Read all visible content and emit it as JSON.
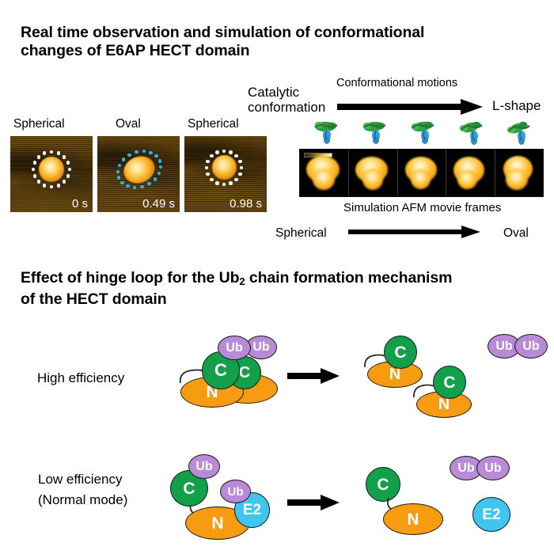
{
  "figure": {
    "panel_a": {
      "heading": "Real time observation and simulation of conformational changes of E6AP HECT domain",
      "heading_line1": "Real time observation and simulation of conformational",
      "heading_line2": "changes of E6AP HECT domain",
      "experimental_afm": {
        "frames": [
          {
            "shape": "Spherical",
            "time": "0 s",
            "ring_color": "#ffffff"
          },
          {
            "shape": "Oval",
            "time": "0.49 s",
            "ring_color": "#2bb5d8"
          },
          {
            "shape": "Spherical",
            "time": "0.98 s",
            "ring_color": "#ffffff"
          }
        ]
      },
      "simulation": {
        "start_label_line1": "Catalytic",
        "start_label_line2": "conformation",
        "arrow_label": "Conformational motions",
        "end_label": "L-shape",
        "caption": "Simulation AFM movie frames",
        "bottom_start_label": "Spherical",
        "bottom_end_label": "Oval",
        "frame_count": 5,
        "scalebar": "height color scale"
      }
    },
    "panel_b": {
      "heading": "Effect of hinge loop for the Ub2 chain formation mechanism of the HECT domain",
      "heading_line1_pre": "Effect of hinge loop for the Ub",
      "heading_line1_sub": "2",
      "heading_line1_post": " chain formation mechanism",
      "heading_line2": "of the HECT domain",
      "rows": [
        {
          "label_line1": "High efficiency",
          "label_line2": "",
          "left_complex": {
            "domains": [
              "N",
              "N",
              "C",
              "C"
            ],
            "ubiquitins": [
              "Ub",
              "Ub"
            ]
          },
          "right_products": {
            "monomers": [
              {
                "domains": [
                  "C",
                  "N"
                ]
              },
              {
                "domains": [
                  "C",
                  "N"
                ]
              }
            ],
            "chain": [
              "Ub",
              "Ub"
            ]
          }
        },
        {
          "label_line1": "Low efficiency",
          "label_line2": "(Normal mode)",
          "left_complex": {
            "domains": [
              "C",
              "N",
              "E2"
            ],
            "ubiquitins": [
              "Ub",
              "Ub"
            ]
          },
          "right_products": {
            "monomers": [
              {
                "domains": [
                  "C",
                  "N"
                ]
              }
            ],
            "chain": [
              "Ub",
              "Ub"
            ],
            "released": [
              "E2"
            ]
          }
        }
      ]
    }
  },
  "colors": {
    "ubiquitin": "#b98ad6",
    "c_lobe": "#13a04a",
    "n_lobe": "#f79b10",
    "e2": "#3ec6f0",
    "outline": "#1a1a1a",
    "ring_spherical": "#ffffff",
    "ring_oval": "#2bb5d8",
    "afm_background": "#000000"
  }
}
